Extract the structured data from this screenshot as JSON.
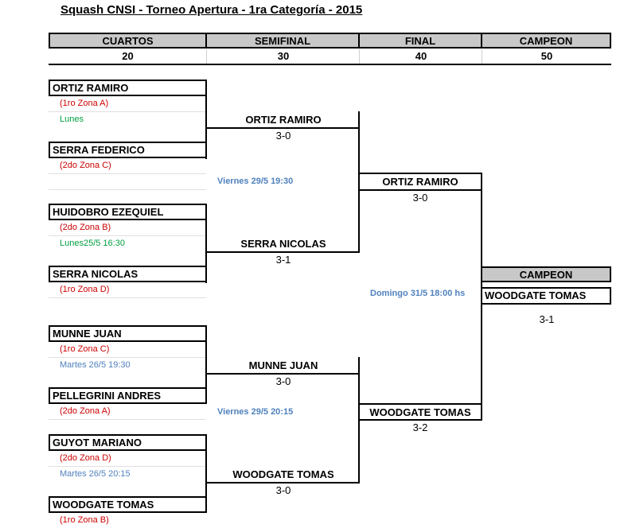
{
  "title": "Squash CNSI - Torneo Apertura - 1ra Categoría - 2015",
  "headers": [
    {
      "label": "CUARTOS",
      "points": "20"
    },
    {
      "label": "SEMIFINAL",
      "points": "30"
    },
    {
      "label": "FINAL",
      "points": "40"
    },
    {
      "label": "CAMPEON",
      "points": "50"
    }
  ],
  "cuartos": [
    {
      "name": "ORTIZ RAMIRO",
      "zone": "(1ro Zona A)",
      "note": "Lunes"
    },
    {
      "name": "SERRA FEDERICO",
      "zone": "(2do Zona C)",
      "note": ""
    },
    {
      "name": "HUIDOBRO EZEQUIEL",
      "zone": "(2do Zona B)",
      "note": "Lunes25/5 16:30"
    },
    {
      "name": "SERRA NICOLAS",
      "zone": "(1ro Zona D)",
      "note": ""
    },
    {
      "name": "MUNNE JUAN",
      "zone": "(1ro Zona C)",
      "note": "Martes 26/5 19:30"
    },
    {
      "name": "PELLEGRINI ANDRES",
      "zone": "(2do Zona A)",
      "note": ""
    },
    {
      "name": "GUYOT MARIANO",
      "zone": "(2do Zona D)",
      "note": "Martes 26/5 20:15"
    },
    {
      "name": "WOODGATE TOMAS",
      "zone": "(1ro Zona B)",
      "note": ""
    }
  ],
  "semifinal": [
    {
      "name": "ORTIZ RAMIRO",
      "score": "3-0"
    },
    {
      "name": "SERRA NICOLAS",
      "score": "3-1"
    },
    {
      "name": "MUNNE JUAN",
      "score": "3-0"
    },
    {
      "name": "WOODGATE TOMAS",
      "score": "3-0"
    }
  ],
  "semi_dates": [
    "Viernes 29/5 19:30",
    "Viernes 29/5 20:15"
  ],
  "final": [
    {
      "name": "ORTIZ RAMIRO",
      "score": "3-0"
    },
    {
      "name": "WOODGATE TOMAS",
      "score": "3-2"
    }
  ],
  "final_date": "Domingo 31/5 18:00 hs",
  "champion": {
    "header": "CAMPEON",
    "name": "WOODGATE TOMAS",
    "score": "3-1"
  },
  "colors": {
    "header_bg": "#c8c8c8",
    "zone": "#cc0000",
    "note_green": "#00a040",
    "note_blue": "#4f81bd"
  }
}
